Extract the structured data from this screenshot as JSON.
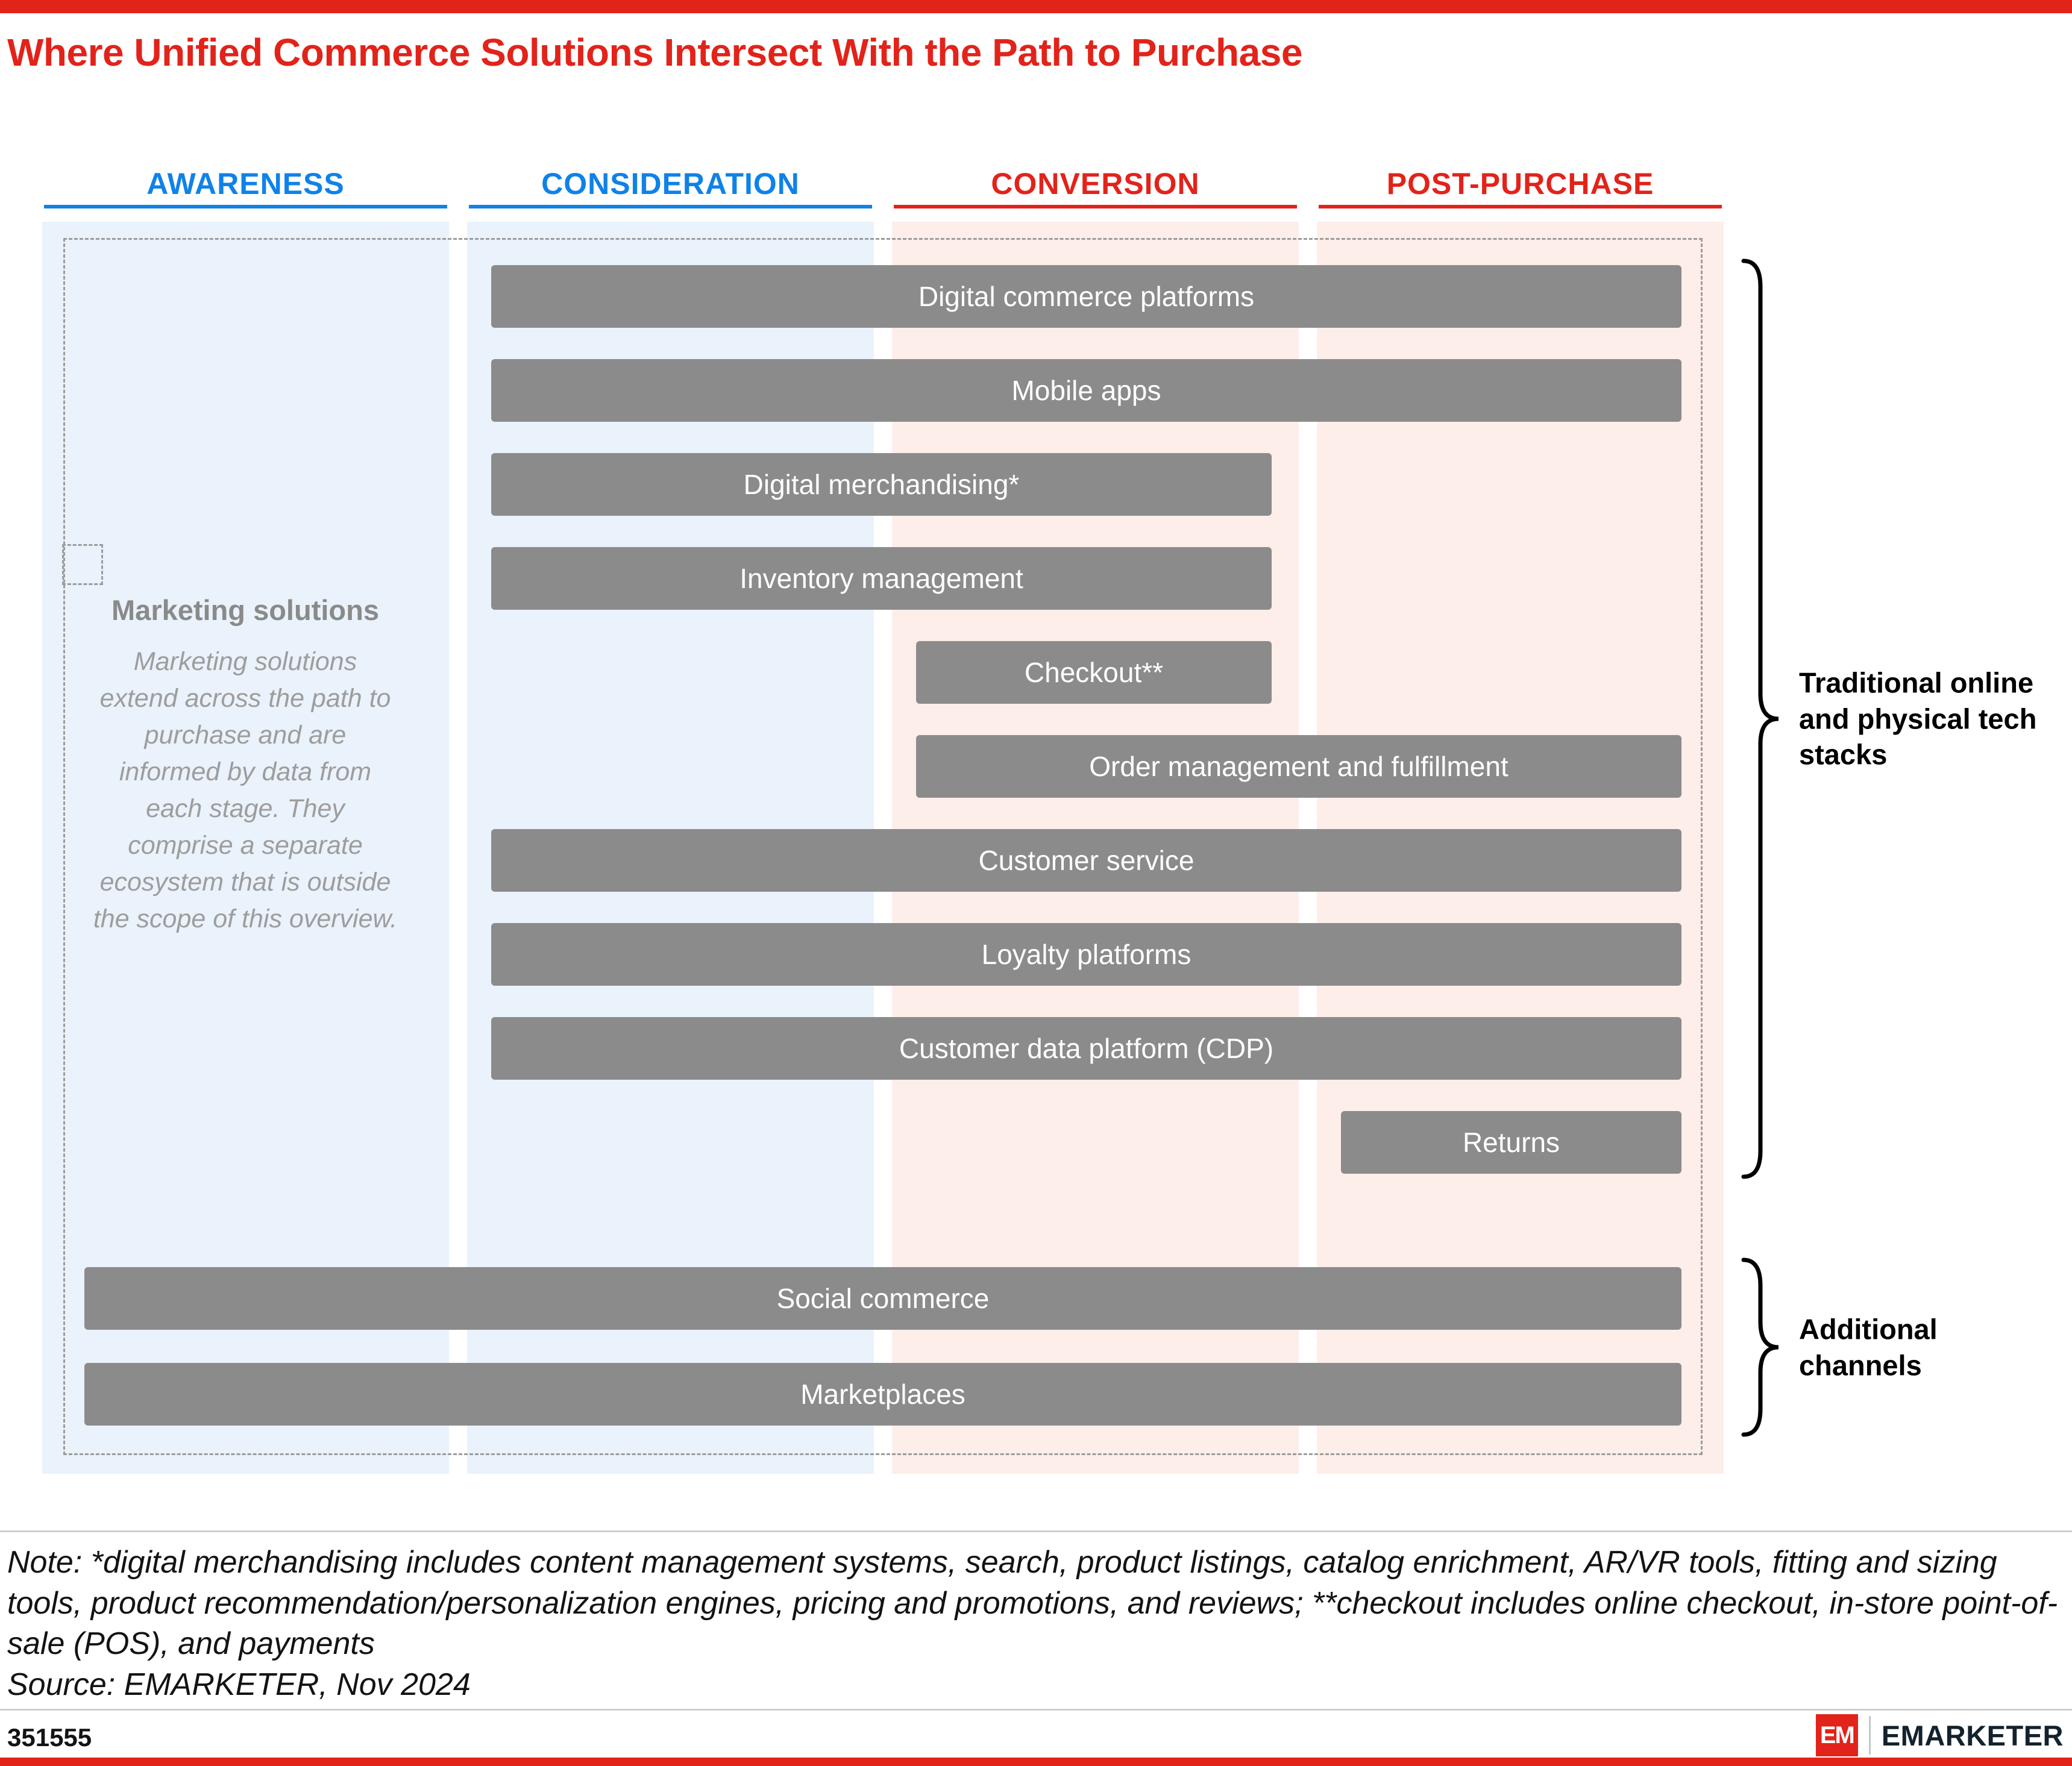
{
  "title": "Where Unified Commerce Solutions Intersect With the Path to Purchase",
  "colors": {
    "red": "#e2231a",
    "blue": "#0f82e8",
    "blue_bg": "#eaf2fb",
    "red_bg": "#fdeeea",
    "bar": "#8b8b8b"
  },
  "stages": [
    {
      "id": "awareness",
      "label": "AWARENESS",
      "tone": "blue"
    },
    {
      "id": "consideration",
      "label": "CONSIDERATION",
      "tone": "blue"
    },
    {
      "id": "conversion",
      "label": "CONVERSION",
      "tone": "red"
    },
    {
      "id": "post-purchase",
      "label": "POST-PURCHASE",
      "tone": "red"
    }
  ],
  "marketing": {
    "label": "Marketing solutions",
    "description": "Marketing solutions extend across the path to purchase and are informed by data from each stage. They comprise a separate ecosystem that is outside the scope of this overview."
  },
  "solutions": [
    {
      "label": "Digital commerce platforms",
      "from": "consideration",
      "to": "post-purchase",
      "group": "stack"
    },
    {
      "label": "Mobile apps",
      "from": "consideration",
      "to": "post-purchase",
      "group": "stack"
    },
    {
      "label": "Digital merchandising*",
      "from": "consideration",
      "to": "conversion",
      "group": "stack"
    },
    {
      "label": "Inventory management",
      "from": "consideration",
      "to": "conversion",
      "group": "stack"
    },
    {
      "label": "Checkout**",
      "from": "conversion",
      "to": "conversion",
      "group": "stack"
    },
    {
      "label": "Order management and fulfillment",
      "from": "conversion",
      "to": "post-purchase",
      "group": "stack"
    },
    {
      "label": "Customer service",
      "from": "consideration",
      "to": "post-purchase",
      "group": "stack"
    },
    {
      "label": "Loyalty platforms",
      "from": "consideration",
      "to": "post-purchase",
      "group": "stack"
    },
    {
      "label": "Customer data platform (CDP)",
      "from": "consideration",
      "to": "post-purchase",
      "group": "stack"
    },
    {
      "label": "Returns",
      "from": "post-purchase",
      "to": "post-purchase",
      "group": "stack"
    },
    {
      "label": "Social commerce",
      "from": "awareness",
      "to": "post-purchase",
      "group": "channels"
    },
    {
      "label": "Marketplaces",
      "from": "awareness",
      "to": "post-purchase",
      "group": "channels"
    }
  ],
  "brackets": [
    {
      "label": "Traditional online and physical tech stacks",
      "group": "stack"
    },
    {
      "label": "Additional channels",
      "group": "channels"
    }
  ],
  "note": "Note: *digital merchandising includes content management systems, search, product listings, catalog enrichment, AR/VR tools, fitting and sizing tools, product recommendation/personalization engines, pricing and promotions, and reviews; **checkout includes online checkout, in-store point-of-sale (POS), and payments",
  "source": "Source: EMARKETER, Nov 2024",
  "chart_id": "351555",
  "logo": {
    "mark": "EM",
    "name": "EMARKETER"
  }
}
